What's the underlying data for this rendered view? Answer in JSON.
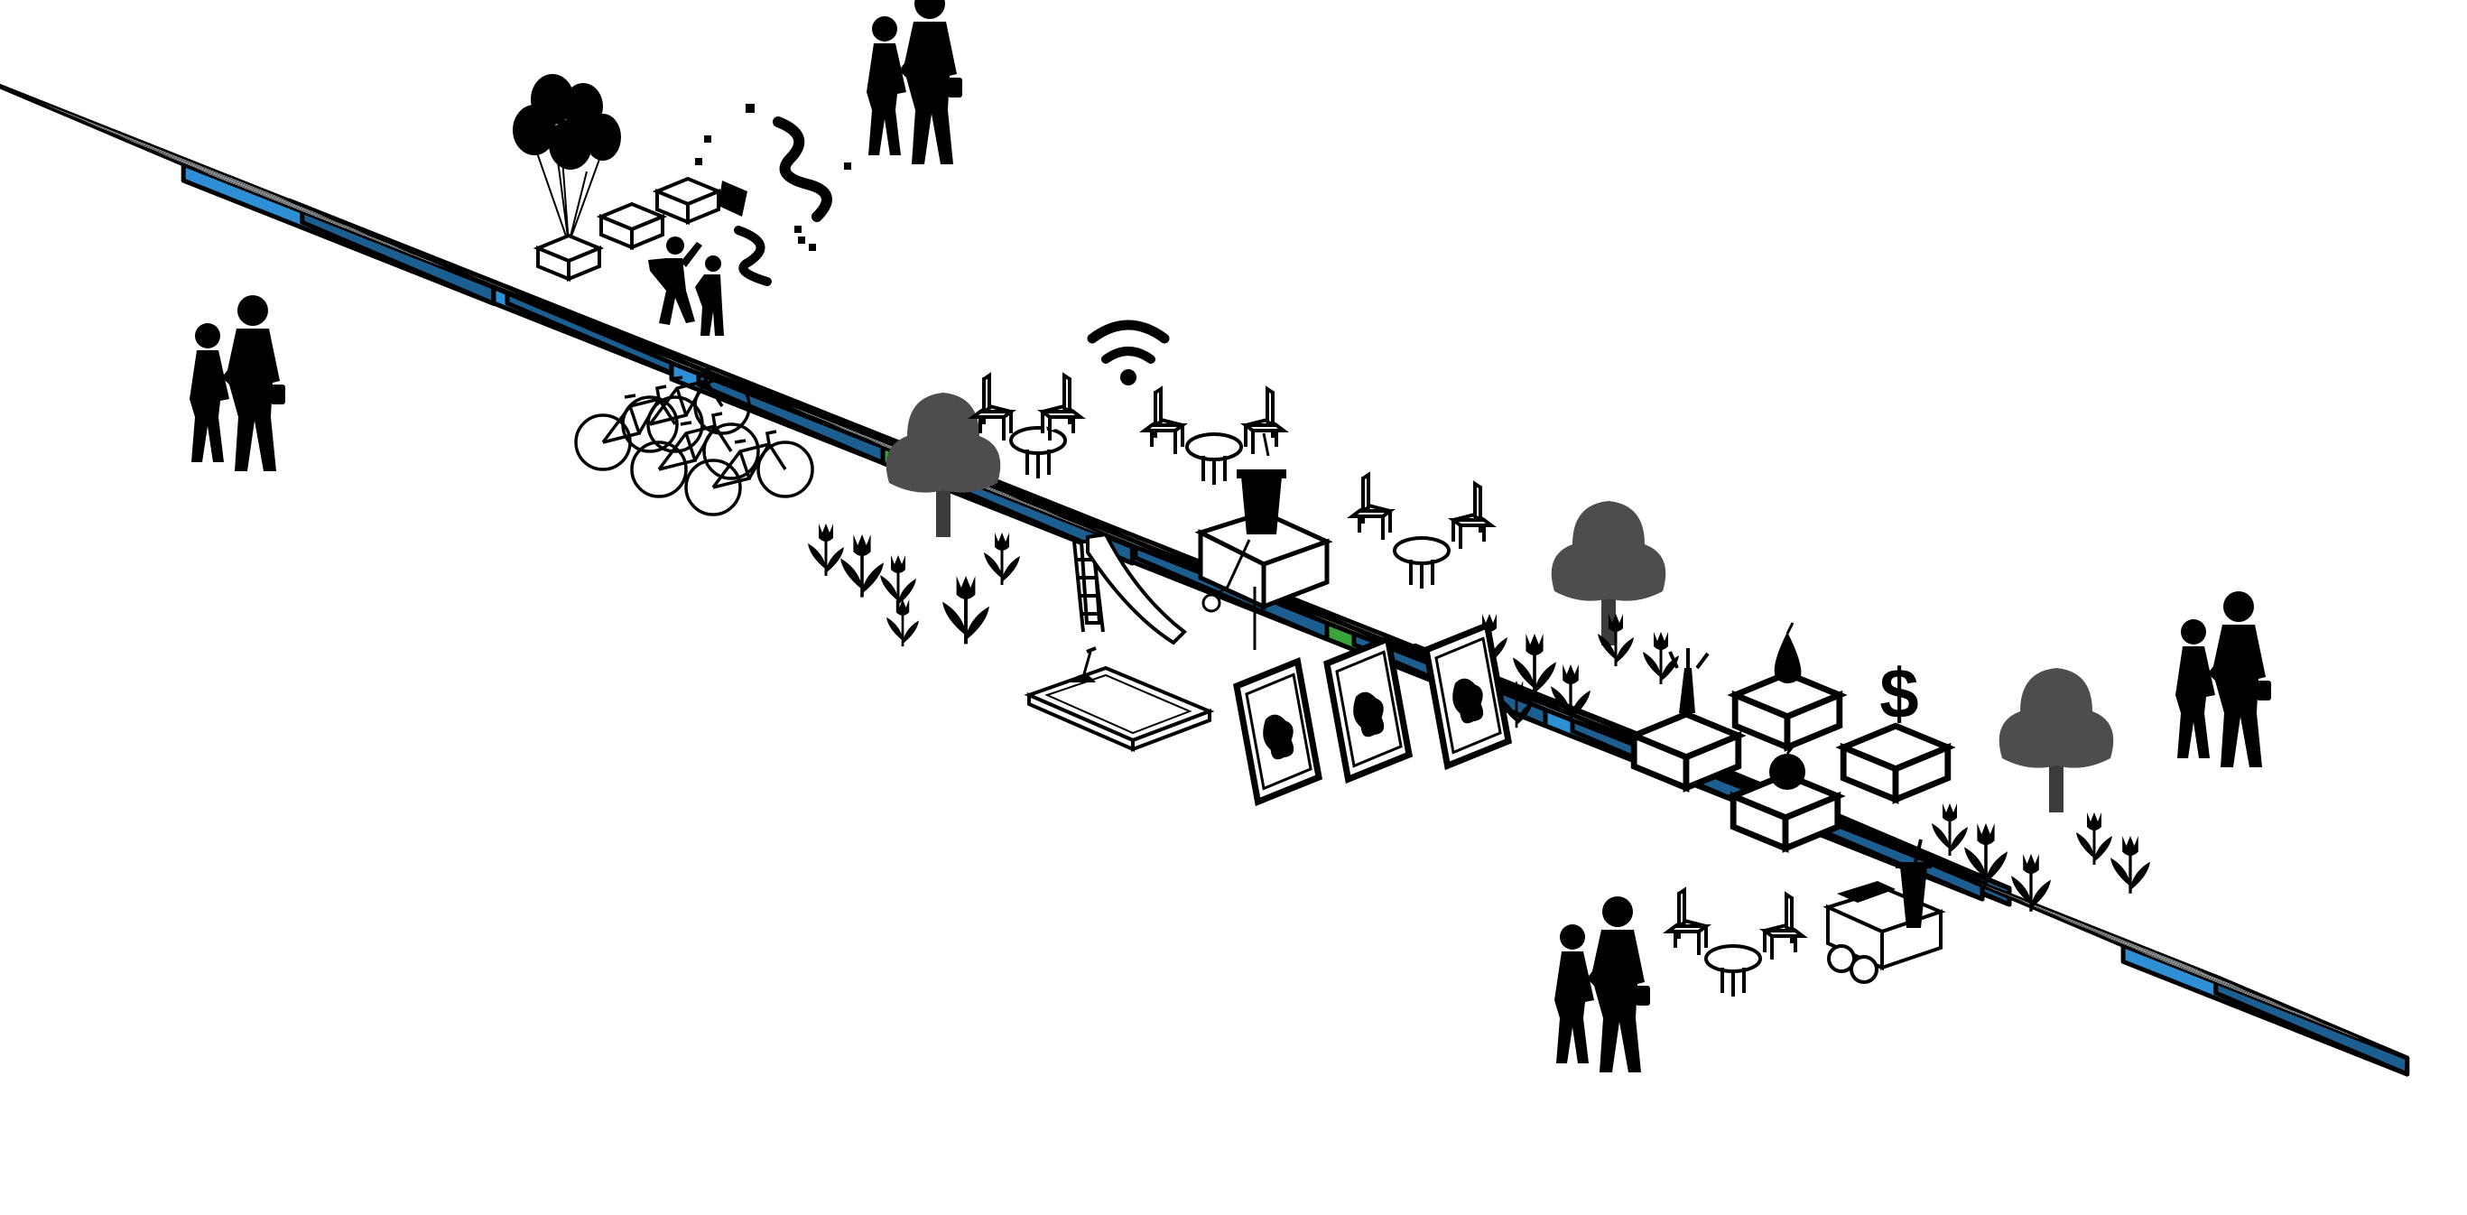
{
  "colors": {
    "plaza_blue": "#c9e8fa",
    "plaza_blue_edge": "#2e8fd4",
    "green": "#cbe7a6",
    "green_edge": "#3aa43a",
    "pink": "#f3abc4",
    "pink_edge": "#e0202a",
    "crosswalk": "#d3ecfa",
    "ink": "#111111",
    "tree": "#4a4a4a"
  },
  "tiles": [
    {
      "type": "crosswalk"
    },
    {
      "type": "crosswalk"
    },
    {
      "type": "crosswalk"
    },
    {
      "type": "crosswalk"
    },
    {
      "type": "plaza"
    },
    {
      "type": "event-green"
    },
    {
      "type": "plaza"
    },
    {
      "type": "bike-parking"
    },
    {
      "type": "plaza"
    },
    {
      "type": "garden"
    },
    {
      "type": "playground"
    },
    {
      "type": "stage-pink"
    },
    {
      "type": "art-gallery"
    },
    {
      "type": "garden"
    },
    {
      "type": "plaza"
    },
    {
      "type": "market"
    },
    {
      "type": "garden"
    },
    {
      "type": "cafe-pink"
    }
  ],
  "icons": {
    "dollar_sign": "$"
  }
}
